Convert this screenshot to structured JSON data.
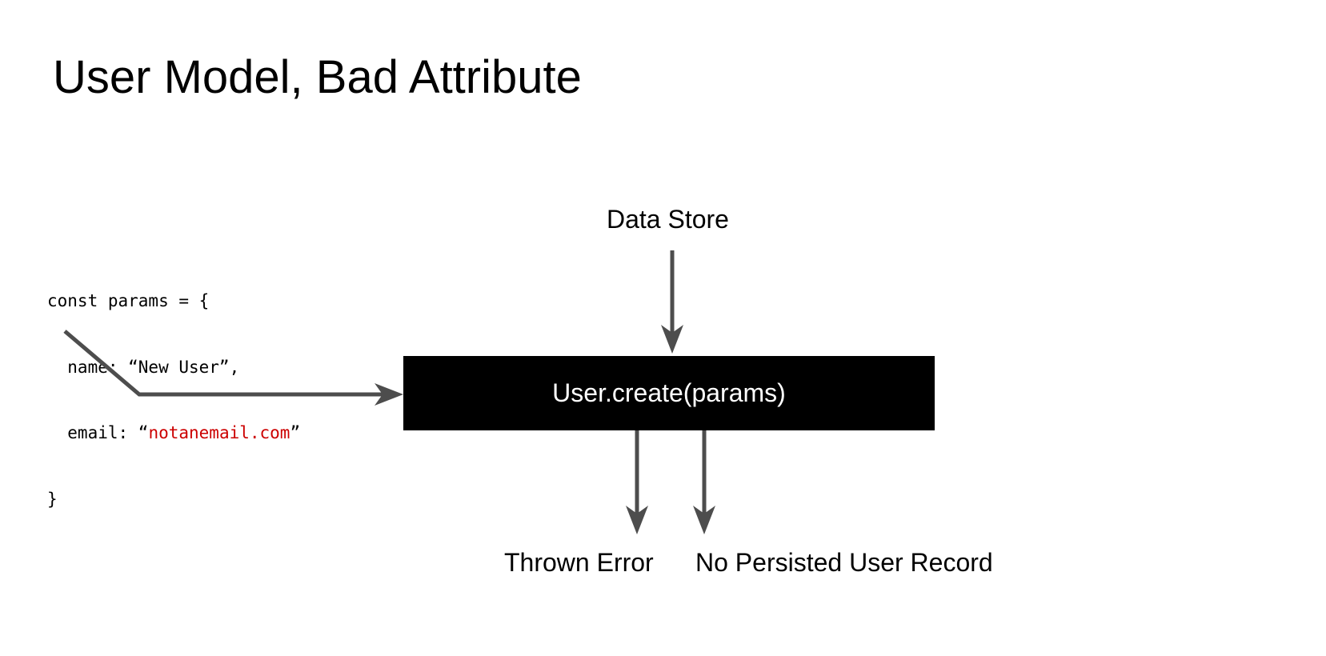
{
  "title": "User Model, Bad Attribute",
  "code": {
    "line1": "const params = {",
    "line2": "  name: “New User”,",
    "line3_prefix": "  email: “",
    "line3_value": "notanemail.com",
    "line3_suffix": "”",
    "line4": "}"
  },
  "diagram": {
    "process_label": "User.create(params)",
    "data_store_label": "Data Store",
    "output_error_label": "Thrown Error",
    "output_record_label": "No Persisted User Record"
  },
  "colors": {
    "arrow": "#4d4d4d",
    "box_fill": "#000000",
    "box_text": "#ffffff",
    "invalid_value": "#cc0000"
  }
}
